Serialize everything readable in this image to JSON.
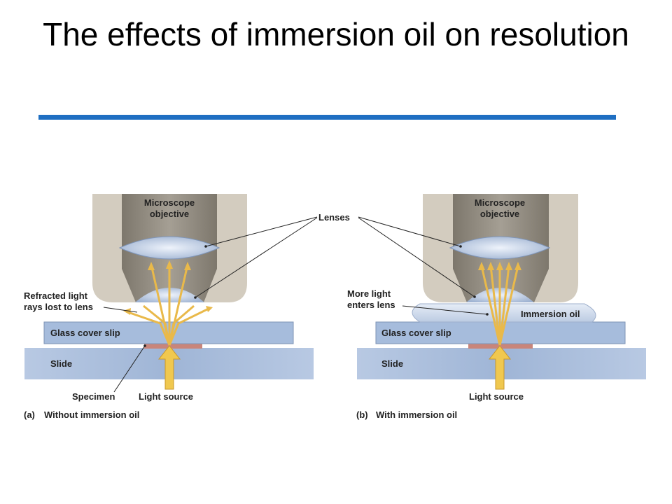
{
  "title": "The effects of immersion oil on resolution",
  "colors": {
    "accent_rule": "#1f6fc2",
    "objective_housing": "#cfc7ba",
    "objective_inner": "#8f897d",
    "glass": "#a9bedb",
    "specimen": "#c9857a",
    "light_rays": "#e9b94a"
  },
  "diagram": {
    "lenses_label": "Lenses",
    "left": {
      "objective_label_line1": "Microscope",
      "objective_label_line2": "objective",
      "lost_label_line1": "Refracted light",
      "lost_label_line2": "rays lost to lens",
      "cover_slip_label": "Glass cover slip",
      "slide_label": "Slide",
      "specimen_label": "Specimen",
      "light_source_label": "Light source",
      "caption_letter": "(a)",
      "caption_text": "Without immersion oil"
    },
    "right": {
      "objective_label_line1": "Microscope",
      "objective_label_line2": "objective",
      "more_light_line1": "More light",
      "more_light_line2": "enters lens",
      "immersion_oil_label": "Immersion oil",
      "cover_slip_label": "Glass cover slip",
      "slide_label": "Slide",
      "light_source_label": "Light source",
      "caption_letter": "(b)",
      "caption_text": "With immersion oil"
    }
  }
}
